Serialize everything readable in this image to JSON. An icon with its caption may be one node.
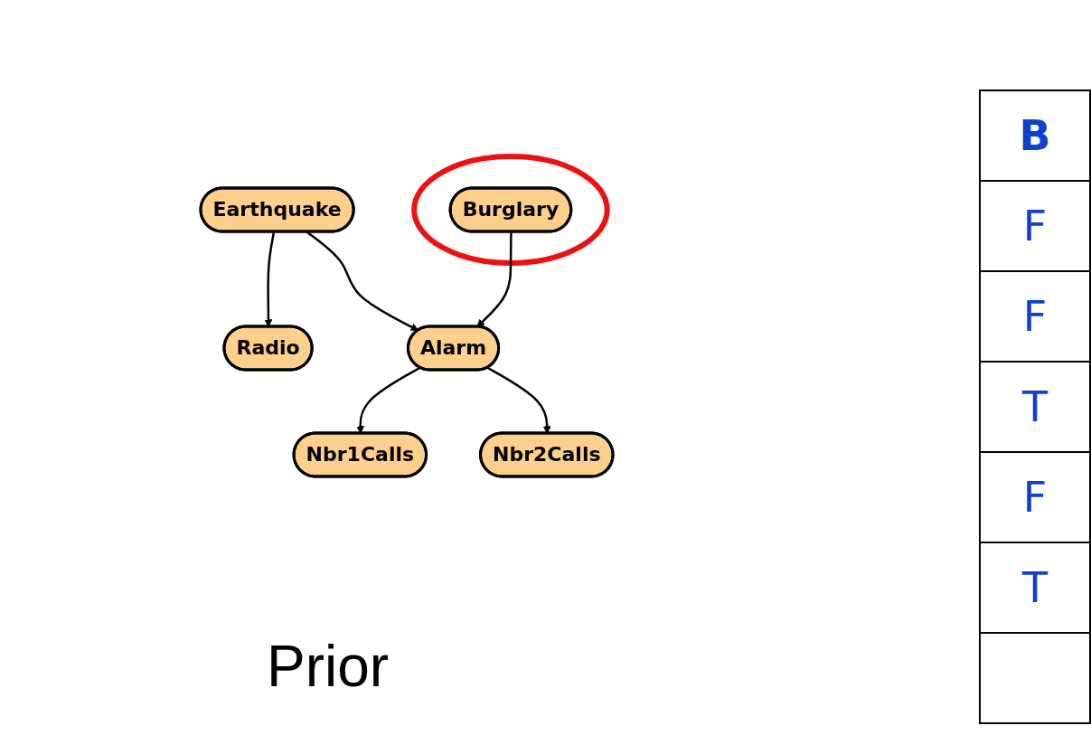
{
  "diagram": {
    "caption": "Prior",
    "nodes": [
      {
        "text": [
          "Earthquake"
        ]
      },
      {
        "text": [],
        "shape": "ellipse"
      },
      {
        "text": [
          "Burglary"
        ],
        "in": 1
      },
      {
        "text": [
          "Radio"
        ]
      },
      {
        "text": [
          "Alarm"
        ]
      },
      {
        "text": [
          "Nbr1Calls"
        ]
      },
      {
        "text": [
          "Nbr2Calls"
        ]
      }
    ],
    "edges": [
      {
        "from": 0,
        "to": 3,
        "arrow": "to"
      },
      {
        "from": 0,
        "to": 4,
        "arrow": "to"
      },
      {
        "from": 2,
        "to": 4,
        "arrow": "to"
      },
      {
        "from": 4,
        "to": 5,
        "arrow": "to"
      },
      {
        "from": 4,
        "to": 6,
        "arrow": "to"
      }
    ],
    "labels": [
      "B",
      "F",
      "F",
      "T",
      "F",
      "T"
    ]
  }
}
